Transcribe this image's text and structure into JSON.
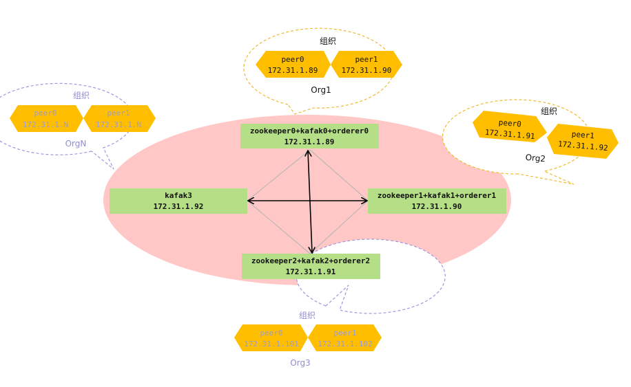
{
  "colors": {
    "ellipse_fill": "#ffc7c5",
    "node_fill": "#b5df86",
    "peer_fill": "#ffbf00",
    "bubble_orange": "#f0b932",
    "bubble_purple": "#9b96e0",
    "text_dark": "#111111",
    "text_faded": "#8f8fd0",
    "connector_gray": "#b9b9b9",
    "arrow_black": "#000000"
  },
  "nodes": {
    "top": {
      "name": "zookeeper0+kafak0+orderer0",
      "ip": "172.31.1.89"
    },
    "right": {
      "name": "zookeeper1+kafak1+orderer1",
      "ip": "172.31.1.90"
    },
    "bottom": {
      "name": "zookeeper2+kafak2+orderer2",
      "ip": "172.31.1.91"
    },
    "left": {
      "name": "kafak3",
      "ip": "172.31.1.92"
    }
  },
  "orgs": {
    "org1": {
      "title": "组织",
      "name": "Org1",
      "peer0": {
        "label": "peer0",
        "ip": "172.31.1.89"
      },
      "peer1": {
        "label": "peer1",
        "ip": "172.31.1.90"
      }
    },
    "org2": {
      "title": "组织",
      "name": "Org2",
      "peer0": {
        "label": "peer0",
        "ip": "172.31.1.91"
      },
      "peer1": {
        "label": "peer1",
        "ip": "172.31.1.92"
      }
    },
    "org3": {
      "title": "组织",
      "name": "Org3",
      "peer0": {
        "label": "peer0",
        "ip": "172.31.1.101"
      },
      "peer1": {
        "label": "peer1",
        "ip": "172.31.1.102"
      }
    },
    "orgN": {
      "title": "组织",
      "name": "OrgN",
      "peer0": {
        "label": "peer0",
        "ip": "172.31.1.N"
      },
      "peer1": {
        "label": "peer1",
        "ip": "172.31.1.N"
      }
    }
  }
}
